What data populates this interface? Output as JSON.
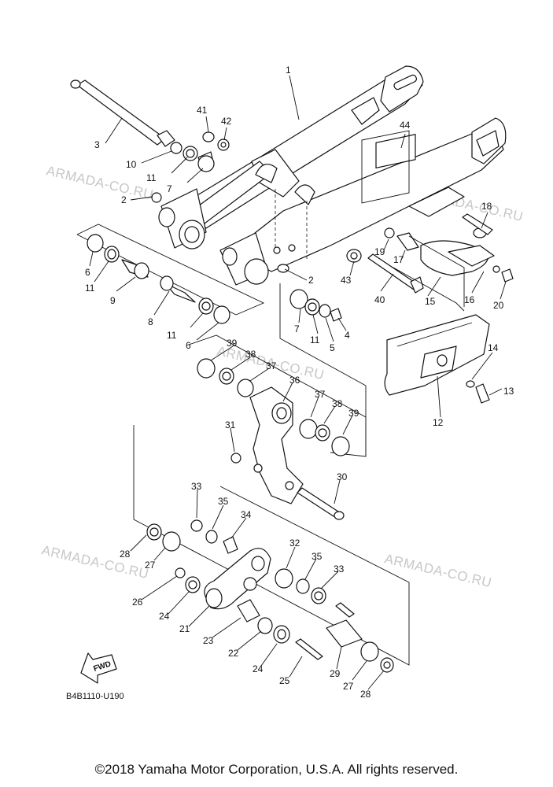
{
  "diagram": {
    "part_numbers": [
      "1",
      "2",
      "3",
      "4",
      "5",
      "6",
      "7",
      "8",
      "9",
      "10",
      "11",
      "12",
      "13",
      "14",
      "15",
      "16",
      "17",
      "18",
      "19",
      "20",
      "21",
      "22",
      "23",
      "24",
      "25",
      "26",
      "27",
      "28",
      "29",
      "30",
      "31",
      "32",
      "33",
      "34",
      "35",
      "36",
      "37",
      "38",
      "39",
      "40",
      "41",
      "42",
      "43",
      "44"
    ],
    "diagram_code": "B4B1110-U190",
    "fwd_label": "FWD",
    "watermarks": [
      "ARMADA-CO.RU",
      "ARMADA-CO.RU",
      "ARMADA-CO.RU",
      "ARMADA-CO.RU",
      "ARMADA-CO.RU"
    ],
    "copyright": "©2018 Yamaha Motor Corporation, U.S.A. All rights reserved."
  }
}
